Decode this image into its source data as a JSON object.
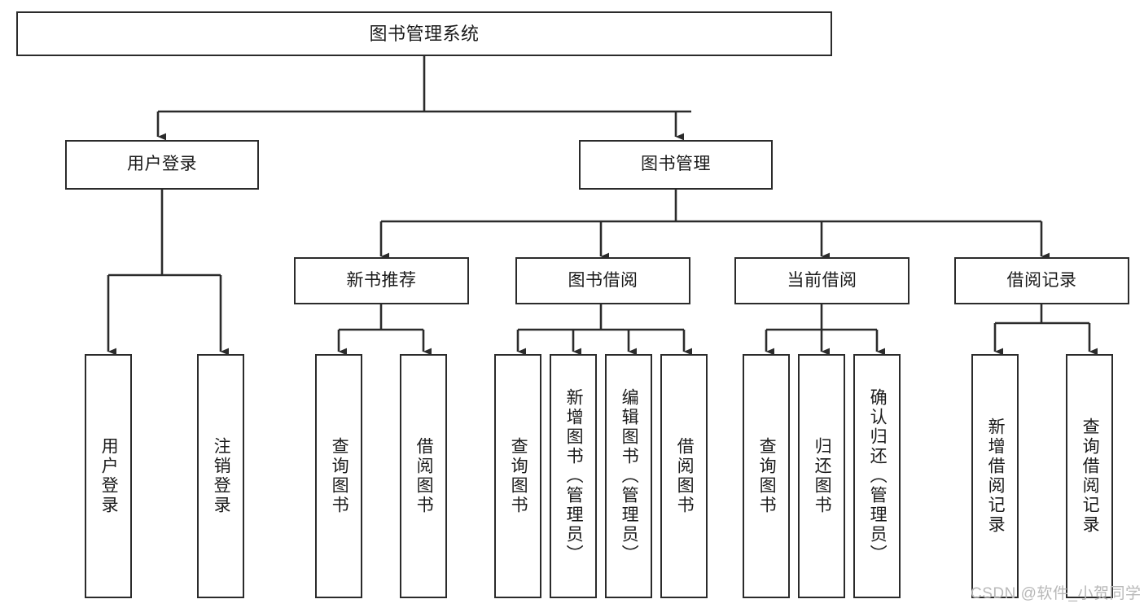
{
  "diagram": {
    "title": "图书管理系统",
    "type": "tree-hierarchy",
    "watermark": "CSDN @软件_小贺同学",
    "colors": {
      "background": "#ffffff",
      "box_border": "#2b2b2b",
      "box_fill": "#ffffff",
      "connector": "#2b2b2b",
      "text": "#1a1a1a",
      "watermark": "#b8b8b8"
    },
    "nodes": {
      "root": {
        "label": "图书管理系统"
      },
      "level2": [
        {
          "label": "用户登录"
        },
        {
          "label": "图书管理"
        }
      ],
      "level3": [
        {
          "label": "新书推荐"
        },
        {
          "label": "图书借阅"
        },
        {
          "label": "当前借阅"
        },
        {
          "label": "借阅记录"
        }
      ],
      "leaves_user_login": [
        {
          "label": "用户登录"
        },
        {
          "label": "注销登录"
        }
      ],
      "leaves_new_books": [
        {
          "label": "查询图书"
        },
        {
          "label": "借阅图书"
        }
      ],
      "leaves_borrow": [
        {
          "label": "查询图书"
        },
        {
          "label": "新增图书（管理员）"
        },
        {
          "label": "编辑图书（管理员）"
        },
        {
          "label": "借阅图书"
        }
      ],
      "leaves_current": [
        {
          "label": "查询图书"
        },
        {
          "label": "归还图书"
        },
        {
          "label": "确认归还（管理员）"
        }
      ],
      "leaves_records": [
        {
          "label": "新增借阅记录"
        },
        {
          "label": "查询借阅记录"
        }
      ]
    }
  }
}
